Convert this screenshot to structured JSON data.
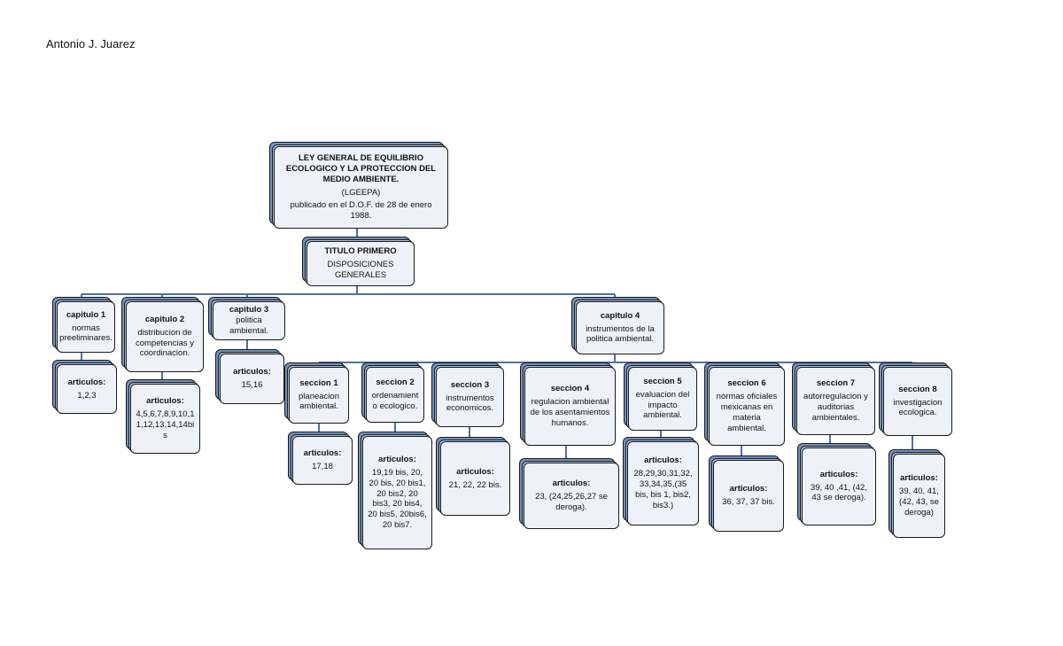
{
  "author": "Antonio J. Juarez",
  "root": {
    "title": "LEY GENERAL DE EQUILIBRIO ECOLOGICO Y LA PROTECCION DEL MEDIO AMBIENTE.",
    "acronym": "(LGEEPA)",
    "published": "publicado en el D.O.F. de 28 de enero 1988."
  },
  "titulo": {
    "title": "TITULO PRIMERO",
    "subtitle": "DISPOSICIONES GENERALES"
  },
  "capitulos": [
    {
      "title": "capitulo 1",
      "desc": "normas preeliminares.",
      "art_label": "articulos:",
      "art": "1,2,3"
    },
    {
      "title": "capitulo 2",
      "desc": "distribucion de competencias y coordinacion.",
      "art_label": "articulos:",
      "art": "4,5,6,7,8,9,10,11,12,13,14,14bis"
    },
    {
      "title": "capitulo 3",
      "desc": "politica ambiental.",
      "art_label": "articulos:",
      "art": "15,16"
    },
    {
      "title": "capitulo 4",
      "desc": "instrumentos de la politica ambiental."
    }
  ],
  "secciones": [
    {
      "title": "seccion 1",
      "desc": "planeacion ambiental.",
      "art_label": "articulos:",
      "art": "17,18"
    },
    {
      "title": "seccion 2",
      "desc": "ordenamiento ecologico.",
      "art_label": "articulos:",
      "art": "19,19 bis, 20, 20 bis, 20 bis1, 20 bis2, 20 bis3, 20 bis4, 20 bis5, 20bis6, 20 bis7."
    },
    {
      "title": "seccion 3",
      "desc": "instrumentos economicos.",
      "art_label": "articulos:",
      "art": "21, 22, 22 bis."
    },
    {
      "title": "seccion 4",
      "desc": "regulacion ambiental de los asentamientos humanos.",
      "art_label": "articulos:",
      "art": "23, (24,25,26,27 se deroga)."
    },
    {
      "title": "seccion 5",
      "desc": "evaluacion del impacto ambiental.",
      "art_label": "articulos:",
      "art": "28,29,30,31,32, 33,34,35,(35 bis, bis 1, bis2, bis3.)"
    },
    {
      "title": "seccion 6",
      "desc": "normas oficiales mexicanas en materia ambiental.",
      "art_label": "articulos:",
      "art": "36, 37, 37 bis."
    },
    {
      "title": "seccion 7",
      "desc": "autorregulacion y auditorias ambientales.",
      "art_label": "articulos:",
      "art": "39, 40 ,41, (42, 43 se deroga)."
    },
    {
      "title": "seccion 8",
      "desc": "investigacion ecologica.",
      "art_label": "articulos:",
      "art": "39, 40, 41, (42, 43, se deroga)"
    }
  ],
  "colors": {
    "face": "#eef2f8",
    "shadow_mid": "#a9c0e0",
    "shadow_back": "#6f93c4",
    "connector": "#4f6fa3"
  }
}
